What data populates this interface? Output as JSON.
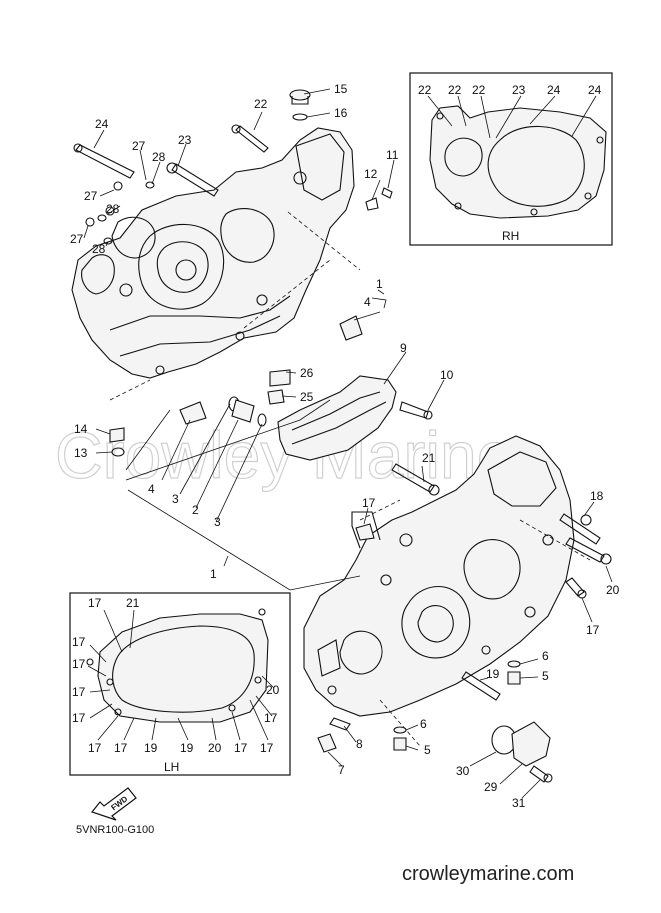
{
  "watermark": "Crowley Marine",
  "diagram_code": "5VNR100-G100",
  "site": "crowleymarine.com",
  "fwd_label": "FWD",
  "insets": {
    "rh_label": "RH",
    "lh_label": "LH"
  },
  "callouts": {
    "c15": "15",
    "c16": "16",
    "c22a": "22",
    "c24": "24",
    "c27a": "27",
    "c28a": "28",
    "c23": "23",
    "c27b": "27",
    "c28b": "28",
    "c27c": "27",
    "c28c": "28",
    "c12": "12",
    "c11": "11",
    "c1a": "1",
    "c4a": "4",
    "c9": "9",
    "c10": "10",
    "c26": "26",
    "c25": "25",
    "c14": "14",
    "c13": "13",
    "c4b": "4",
    "c3a": "3",
    "c2": "2",
    "c3b": "3",
    "c1b": "1",
    "c21a": "21",
    "c17a": "17",
    "c18": "18",
    "c20a": "20",
    "c17b": "17",
    "c6a": "6",
    "c5a": "5",
    "c19a": "19",
    "c6b": "6",
    "c5b": "5",
    "c8": "8",
    "c7": "7",
    "c30": "30",
    "c29": "29",
    "c31": "31",
    "rh22a": "22",
    "rh22b": "22",
    "rh22c": "22",
    "rh23": "23",
    "rh24a": "24",
    "rh24b": "24",
    "lh17a": "17",
    "lh21": "21",
    "lh17b": "17",
    "lh17c": "17",
    "lh20a": "20",
    "lh17d": "17",
    "lh17e": "17",
    "lh17f": "17",
    "lh17g": "17",
    "lh19a": "19",
    "lh19b": "19",
    "lh20b": "20",
    "lh17h": "17",
    "lh17i": "17",
    "lh17j": "17"
  }
}
